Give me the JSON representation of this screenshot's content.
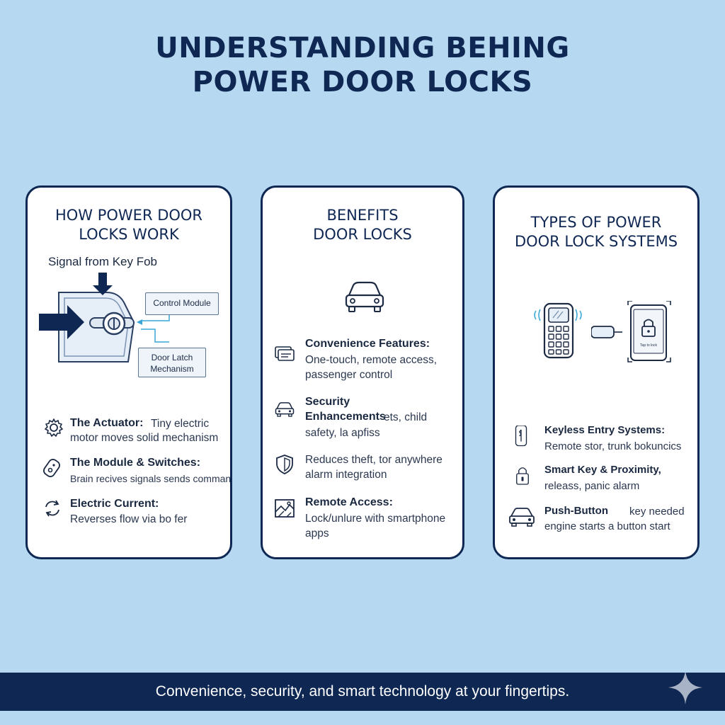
{
  "title": {
    "line1": "UNDERSTANDING BEHING",
    "line2": "POWER DOOR LOCKS"
  },
  "cards": {
    "how": {
      "title_line1": "HOW POWER DOOR",
      "title_line2": "LOCKS WORK",
      "signal_label": "Signal from Key Fob",
      "control_module": "Control Module",
      "door_latch_line1": "Door Latch",
      "door_latch_line2": "Mechanism",
      "features": [
        {
          "icon": "gear-icon",
          "title": "The Actuator:",
          "desc_inline": "Tiny electric",
          "desc": "motor moves solid mechanism"
        },
        {
          "icon": "key-fob-icon",
          "title": "The Module & Switches:",
          "desc": "Brain recives signals sends commands"
        },
        {
          "icon": "reverse-arrows-icon",
          "title": "Electric Current:",
          "desc": "Reverses flow via bo fer"
        }
      ]
    },
    "benefits": {
      "title_line1": "BENEFITS",
      "title_line2": "DOOR LOCKS",
      "features": [
        {
          "icon": "cards-icon",
          "title": "Convenience Features:",
          "desc1": "One-touch, remote access,",
          "desc2": "passenger control"
        },
        {
          "icon": "car-icon",
          "title": "Security",
          "title2": "Enhancements",
          "title2_tail": "ets, child",
          "desc2": "safety, la apfiss"
        },
        {
          "icon": "shield-icon",
          "desc1": "Reduces theft, tor anywhere",
          "desc2": "alarm integration"
        },
        {
          "icon": "map-icon",
          "title": "Remote Access:",
          "desc1": "Lock/unlure with smartphone",
          "desc2": "apps"
        }
      ]
    },
    "types": {
      "title_line1": "TYPES OF POWER",
      "title_line2": "DOOR LOCK SYSTEMS",
      "phone_caption": "Tap to lock",
      "features": [
        {
          "icon": "key-icon",
          "title": "Keyless Entry Systems:",
          "desc": "Remote stor, trunk bokuncics"
        },
        {
          "icon": "padlock-icon",
          "title": "Smart Key & Proximity,",
          "desc": "releass, panic alarm"
        },
        {
          "icon": "car-icon",
          "title": "Push-Button",
          "title_tail": "key needed",
          "desc": "engine starts a button start"
        }
      ]
    }
  },
  "footer": {
    "text": "Convenience, security, and smart technology at your fingertips."
  },
  "colors": {
    "background": "#b6d8f0",
    "navy": "#0f2753",
    "card": "#ffffff",
    "accent_cyan": "#3aa6d8"
  }
}
